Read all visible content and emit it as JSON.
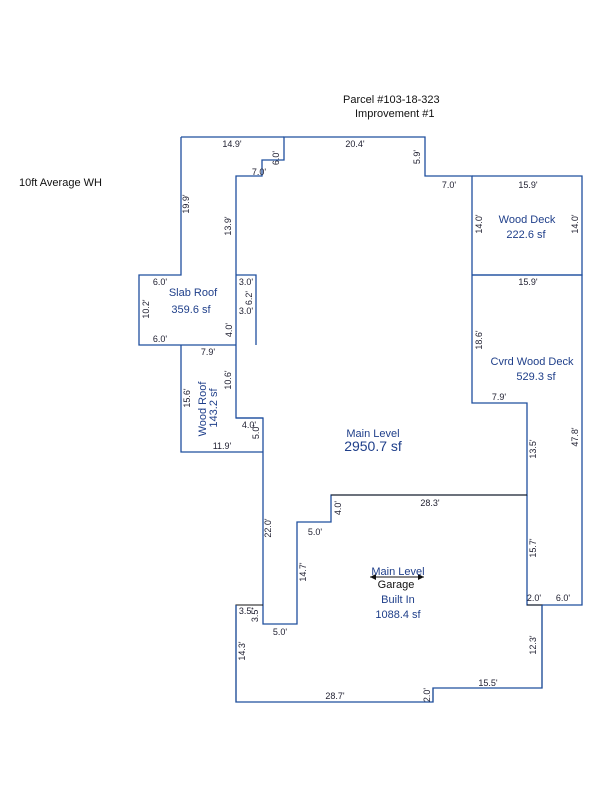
{
  "header": {
    "parcel": "Parcel #103-18-323",
    "improvement": "Improvement #1",
    "wall_height": "10ft Average WH"
  },
  "areas": {
    "main_level": {
      "name": "Main Level",
      "value": "2950.7 sf"
    },
    "slab_roof": {
      "name": "Slab Roof",
      "value": "359.6 sf"
    },
    "wood_deck": {
      "name": "Wood Deck",
      "value": "222.6 sf"
    },
    "cvrd_wood_deck": {
      "name": "Cvrd Wood Deck",
      "value": "529.3 sf"
    },
    "wood_roof": {
      "name": "Wood Roof",
      "value": "143.2 sf"
    },
    "garage": {
      "name_top": "Main Level",
      "name": "Garage",
      "name2": "Built In",
      "value": "1088.4 sf"
    }
  },
  "dims": {
    "d149": "14.9'",
    "d204": "20.4'",
    "d60a": "6.0'",
    "d70a": "7.0'",
    "d59": "5.9'",
    "d70b": "7.0'",
    "d159a": "15.9'",
    "d199": "19.9'",
    "d139": "13.9'",
    "d140a": "14.0'",
    "d140b": "14.0'",
    "d159b": "15.9'",
    "d60b": "6.0'",
    "d30a": "3.0'",
    "d62": "6.2'",
    "d30b": "3.0'",
    "d102": "10.2'",
    "d60c": "6.0'",
    "d40a": "4.0'",
    "d79a": "7.9'",
    "d186": "18.6'",
    "d156": "15.6'",
    "d106": "10.6'",
    "d79b": "7.9'",
    "d40b": "4.0'",
    "d50a": "5.0'",
    "d119": "11.9'",
    "d135": "13.5'",
    "d478": "47.8'",
    "d40c": "4.0'",
    "d283": "28.3'",
    "d220": "22.0'",
    "d50b": "5.0'",
    "d147": "14.7'",
    "d157": "15.7'",
    "d20a": "2.0'",
    "d60d": "6.0'",
    "d35a": "3.5'",
    "d35b": "3.5'",
    "d50c": "5.0'",
    "d143": "14.3'",
    "d123": "12.3'",
    "d155": "15.5'",
    "d287": "28.7'",
    "d20b": "2.0'"
  }
}
